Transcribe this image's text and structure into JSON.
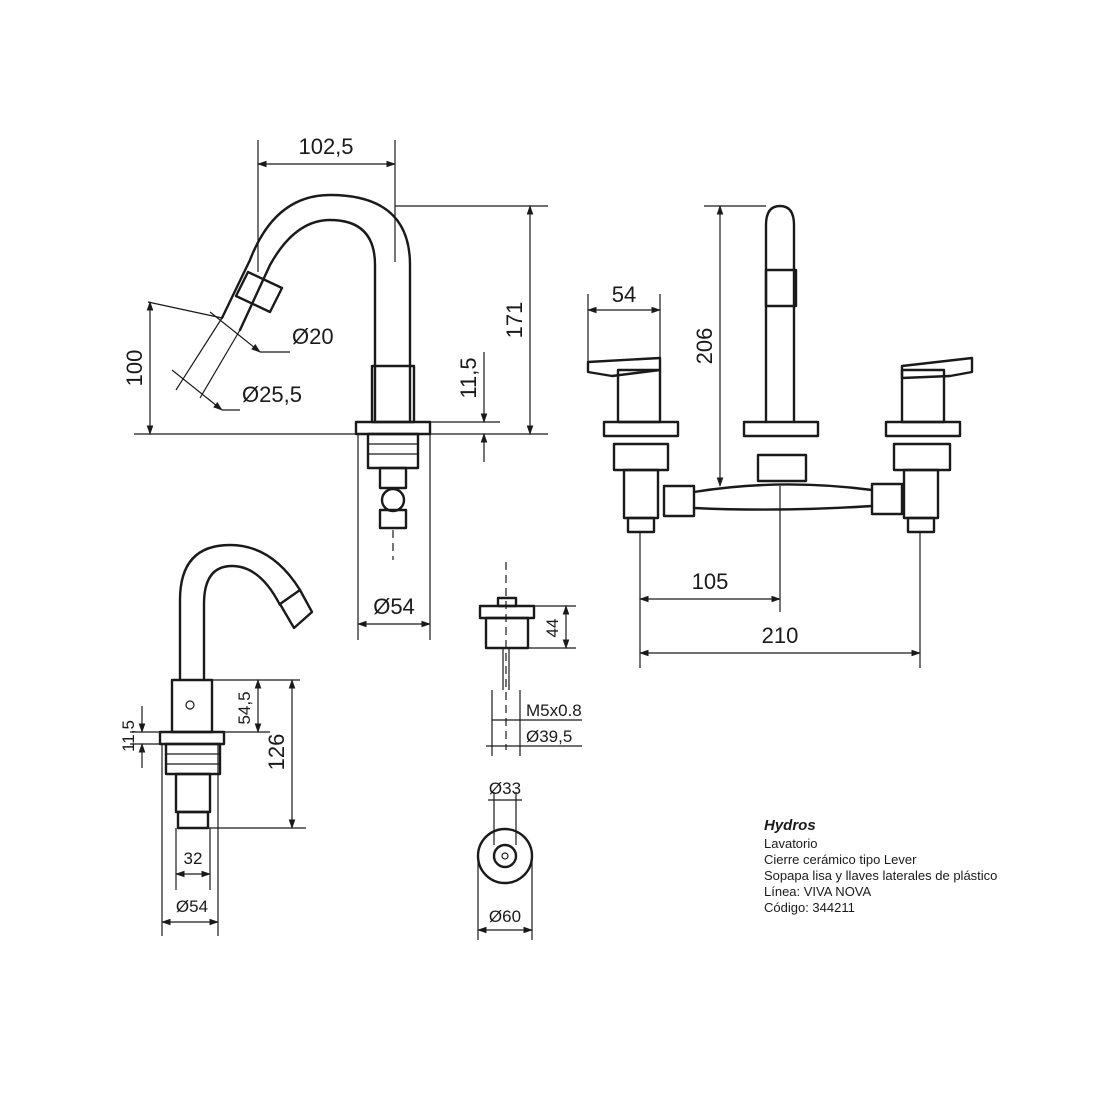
{
  "dimensions": {
    "side_width": "102,5",
    "side_height": "171",
    "side_spout_drop": "100",
    "spout_inner_diameter": "Ø20",
    "spout_outer_diameter": "Ø25,5",
    "side_flange": "11,5",
    "side_base_diameter": "Ø54",
    "front_lever_width": "54",
    "front_height": "206",
    "front_half_spacing": "105",
    "front_spacing": "210",
    "bottom_flange": "11,5",
    "bottom_body": "54,5",
    "bottom_height": "126",
    "bottom_base_width": "32",
    "bottom_base_diameter": "Ø54",
    "drain_height": "44",
    "drain_thread": "M5x0.8",
    "drain_diameter": "Ø39,5",
    "plug_inner_diameter": "Ø33",
    "plug_outer_diameter": "Ø60"
  },
  "product": {
    "brand": "Hydros",
    "type": "Lavatorio",
    "closure": "Cierre cerámico tipo Lever",
    "description": "Sopapa lisa y llaves laterales de plástico",
    "line": "Línea: VIVA NOVA",
    "code": "Código: 344211"
  }
}
